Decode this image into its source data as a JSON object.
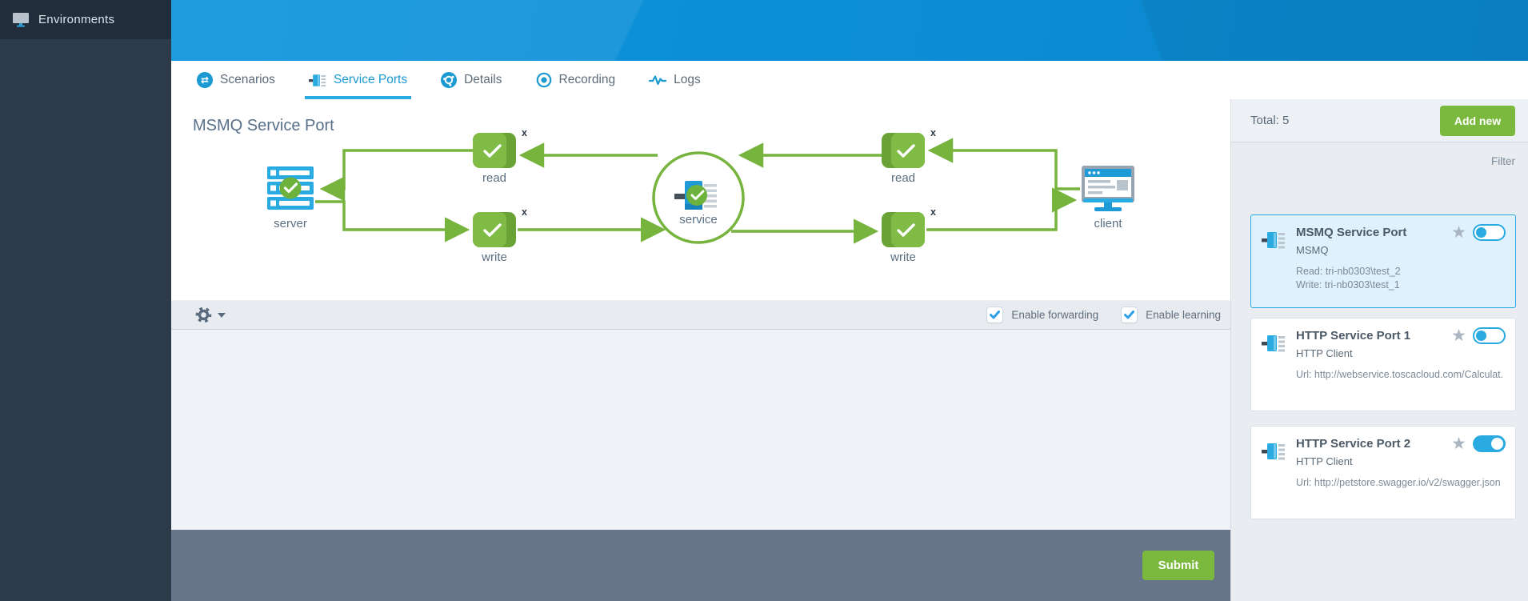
{
  "app": {
    "header_title": "Environments"
  },
  "topnav": {
    "active_tab": "Service Ports",
    "tabs": [
      {
        "label": "Scenarios"
      },
      {
        "label": "Service Ports"
      },
      {
        "label": "Details"
      },
      {
        "label": "Recording"
      },
      {
        "label": "Logs"
      }
    ]
  },
  "diagram": {
    "title": "MSMQ Service Port",
    "server_label": "server",
    "client_label": "client",
    "service_label": "service",
    "read_left_label": "read",
    "write_left_label": "write",
    "read_right_label": "read",
    "write_right_label": "write",
    "remove_label": "x"
  },
  "toolbar": {
    "forwarding_label": "Enable forwarding",
    "forwarding_checked": true,
    "learning_label": "Enable learning",
    "learning_checked": true
  },
  "footer": {
    "submit_label": "Submit"
  },
  "panel": {
    "total_label": "Total: 5",
    "add_new_label": "Add new",
    "filter_label": "Filter",
    "cards": [
      {
        "title": "MSMQ Service Port",
        "subtitle": "MSMQ",
        "line1": "Read: tri-nb0303\\test_2",
        "line2": "Write: tri-nb0303\\test_1",
        "enabled": false,
        "selected": true
      },
      {
        "title": "HTTP Service Port 1",
        "subtitle": "HTTP Client",
        "line1": "Url: http://webservice.toscacloud.com/Calculat...",
        "enabled": false,
        "selected": false
      },
      {
        "title": "HTTP Service Port 2",
        "subtitle": "HTTP Client",
        "line1": "Url: http://petstore.swagger.io/v2/swagger.json",
        "enabled": true,
        "selected": false
      }
    ]
  },
  "colors": {
    "accent_blue": "#29abe2",
    "green": "#76b43e",
    "header_blue": "#0a8ed8",
    "sidebar_dark": "#2d3a4a",
    "footer_slate": "#66758a"
  }
}
